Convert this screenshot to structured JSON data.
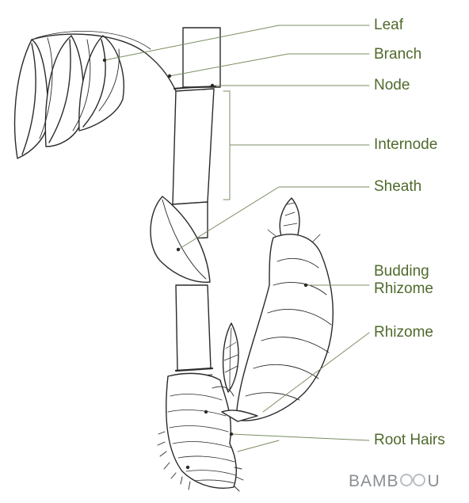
{
  "labels": {
    "leaf": "Leaf",
    "branch": "Branch",
    "node": "Node",
    "internode": "Internode",
    "sheath": "Sheath",
    "budding_rhizome": [
      "Budding",
      "Rhizome"
    ],
    "rhizome": "Rhizome",
    "root_hairs": "Root Hairs"
  },
  "brand": {
    "left": "BAMB",
    "right": "U"
  },
  "colors": {
    "label": "#4f6a2c",
    "leader": "#7b8d63",
    "outline": "#2a2a2a",
    "brand": "#8a8f93"
  }
}
